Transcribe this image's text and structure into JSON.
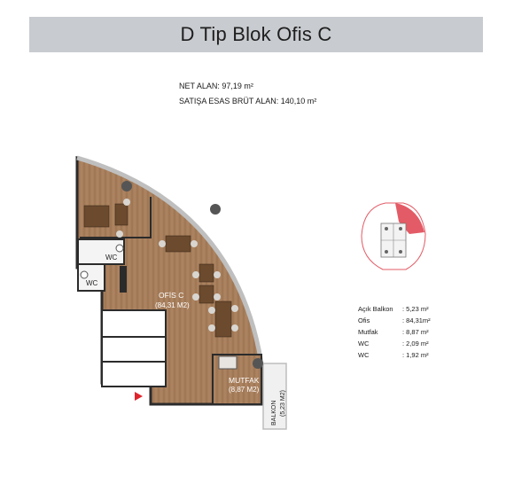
{
  "header": {
    "title": "D Tip Blok Ofis C"
  },
  "area_info": {
    "net": "NET ALAN: 97,19 m²",
    "gross": "SATIŞA ESAS BRÜT ALAN: 140,10 m²"
  },
  "plan": {
    "office_label": "OFİS C",
    "office_area": "(84,31 M2)",
    "kitchen_label": "MUTFAK",
    "kitchen_area": "(8,87 M2)",
    "balcony_label": "BALKON",
    "balcony_area": "(5,23 M2)",
    "wc_label_1": "WC",
    "wc_label_2": "WC",
    "colors": {
      "floor": "#a87f5c",
      "wall": "#2b2b2b",
      "highlight": "#e35b66",
      "entry_arrow": "#e0242c"
    }
  },
  "key_plan": {
    "icon": "building-key-plan-icon"
  },
  "rooms": [
    {
      "name": "Açık Balkon",
      "value": ": 5,23 m²"
    },
    {
      "name": "Ofis",
      "value": ": 84,31m²"
    },
    {
      "name": "Mutfak",
      "value": ": 8,87 m²"
    },
    {
      "name": "WC",
      "value": ": 2,09 m²"
    },
    {
      "name": "WC",
      "value": ": 1,92 m²"
    }
  ]
}
